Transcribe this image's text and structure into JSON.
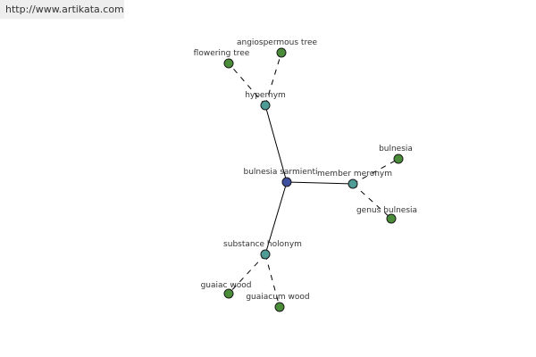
{
  "site_url": "http://www.artikata.com",
  "colors": {
    "center": "#3f4fa0",
    "relation": "#4f9b95",
    "leaf": "#4a8c3a",
    "edge": "#000000"
  },
  "nodes": [
    {
      "id": "center",
      "label": "bulnesia sarmienti",
      "kind": "center"
    },
    {
      "id": "hypernym",
      "label": "hypernym",
      "kind": "relation"
    },
    {
      "id": "member-meronym",
      "label": "member meronym",
      "kind": "relation"
    },
    {
      "id": "substance-holonym",
      "label": "substance holonym",
      "kind": "relation"
    },
    {
      "id": "flowering-tree",
      "label": "flowering tree",
      "kind": "leaf"
    },
    {
      "id": "angiospermous-tree",
      "label": "angiospermous tree",
      "kind": "leaf"
    },
    {
      "id": "bulnesia",
      "label": "bulnesia",
      "kind": "leaf"
    },
    {
      "id": "genus-bulnesia",
      "label": "genus bulnesia",
      "kind": "leaf"
    },
    {
      "id": "guaiac-wood",
      "label": "guaiac wood",
      "kind": "leaf"
    },
    {
      "id": "guaiacum-wood",
      "label": "guaiacum wood",
      "kind": "leaf"
    }
  ],
  "edges": [
    {
      "from": "center",
      "to": "hypernym",
      "style": "solid"
    },
    {
      "from": "center",
      "to": "member-meronym",
      "style": "solid"
    },
    {
      "from": "center",
      "to": "substance-holonym",
      "style": "solid"
    },
    {
      "from": "hypernym",
      "to": "flowering-tree",
      "style": "dashed"
    },
    {
      "from": "hypernym",
      "to": "angiospermous-tree",
      "style": "dashed"
    },
    {
      "from": "member-meronym",
      "to": "bulnesia",
      "style": "dashed"
    },
    {
      "from": "member-meronym",
      "to": "genus-bulnesia",
      "style": "dashed"
    },
    {
      "from": "substance-holonym",
      "to": "guaiac-wood",
      "style": "dashed"
    },
    {
      "from": "substance-holonym",
      "to": "guaiacum-wood",
      "style": "dashed"
    }
  ]
}
